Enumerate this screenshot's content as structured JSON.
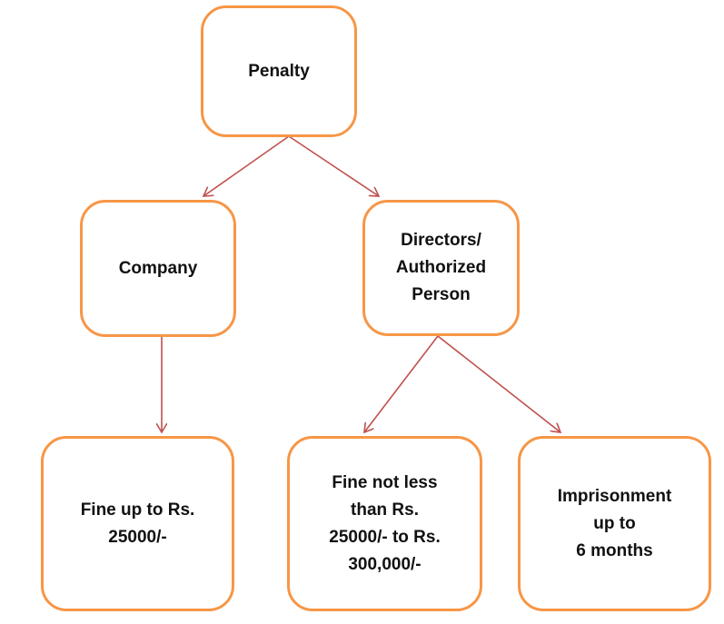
{
  "colors": {
    "box_border": "#F79646",
    "arrow": "#C0504D",
    "text": "#111111"
  },
  "nodes": {
    "penalty": {
      "lines": [
        "Penalty"
      ]
    },
    "company": {
      "lines": [
        "Company"
      ]
    },
    "directors": {
      "lines": [
        "Directors/",
        "Authorized",
        "Person"
      ]
    },
    "fine_company": {
      "lines": [
        "Fine up to Rs.",
        "25000/-"
      ]
    },
    "fine_directors": {
      "lines": [
        "Fine not less",
        "than Rs.",
        "25000/- to Rs.",
        "300,000/-"
      ]
    },
    "imprisonment": {
      "lines": [
        "Imprisonment",
        "up to",
        "6 months"
      ]
    }
  }
}
